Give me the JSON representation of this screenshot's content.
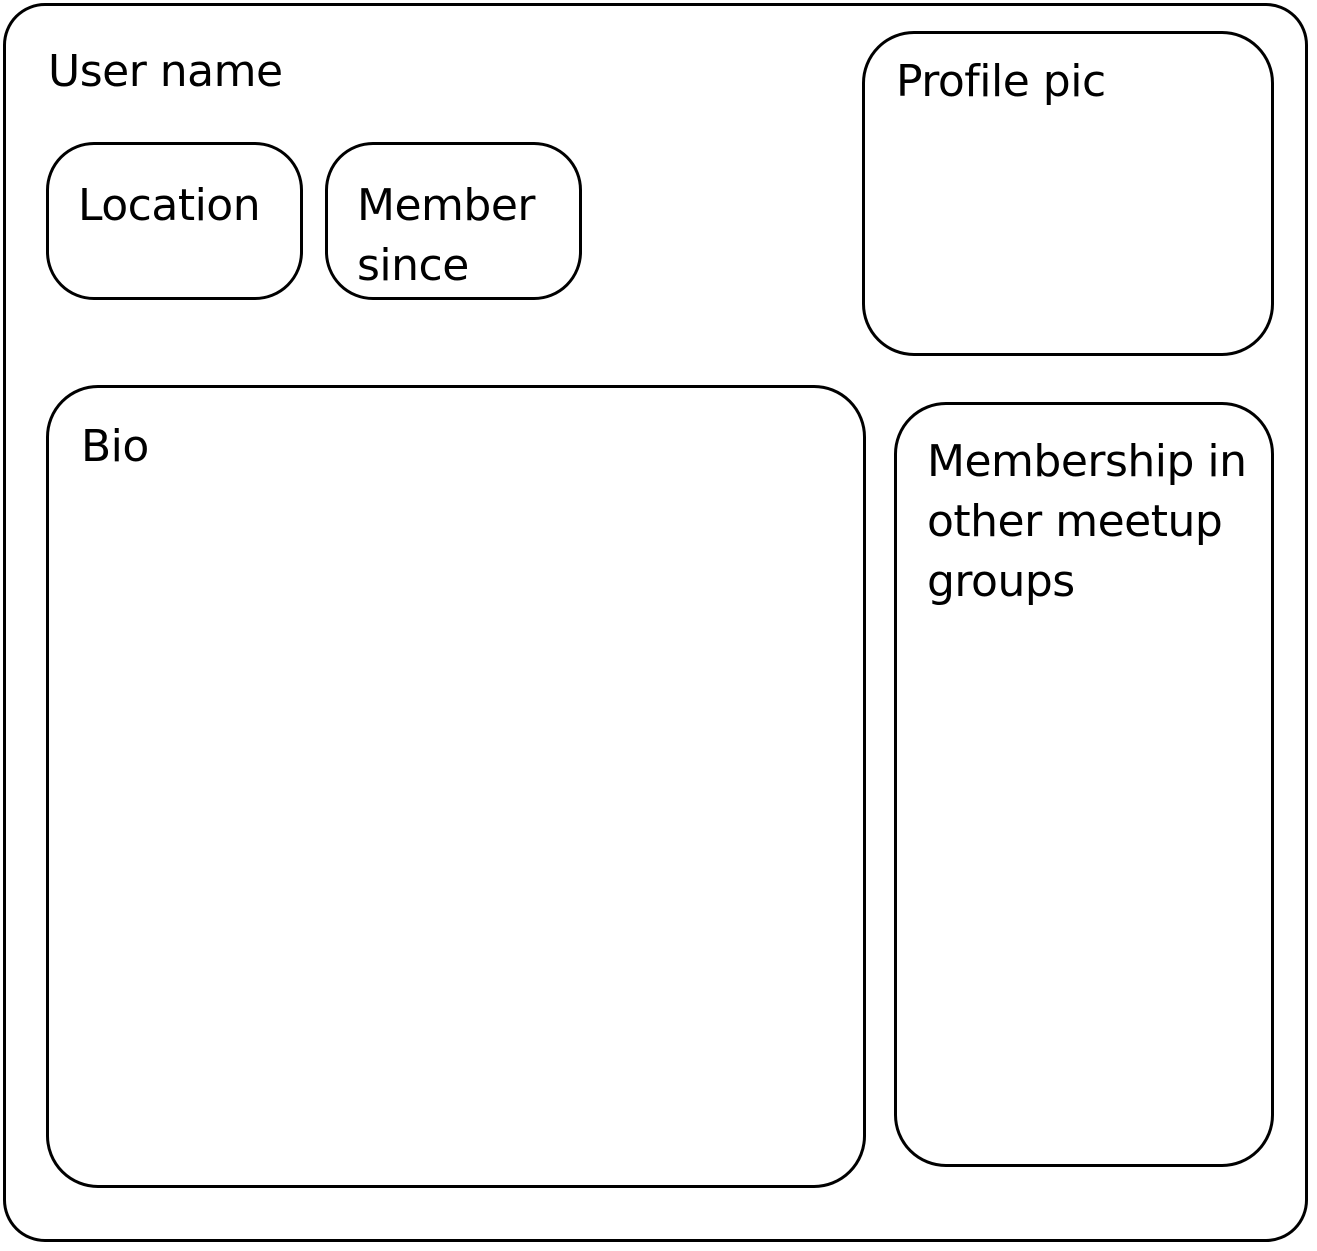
{
  "profile": {
    "user_name_label": "User name",
    "location_label": "Location",
    "member_since_label": "Member\nsince",
    "profile_pic_label": "Profile pic",
    "bio_label": "Bio",
    "membership_label": "Membership in\nother meetup\ngroups"
  }
}
